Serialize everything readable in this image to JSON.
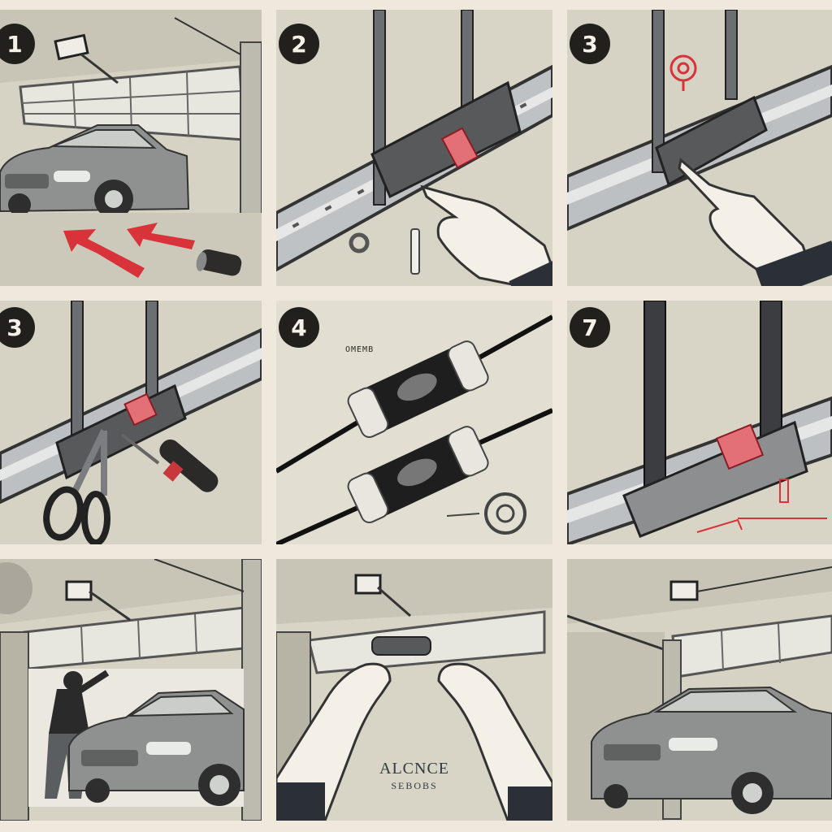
{
  "steps": [
    {
      "number": "1"
    },
    {
      "number": "2"
    },
    {
      "number": "3"
    },
    {
      "number": "3"
    },
    {
      "number": "4",
      "label": "OMEMB"
    },
    {
      "number": "7"
    },
    {},
    {
      "caption_main": "ALCNCE",
      "caption_sub": "SEBOBS"
    },
    {}
  ],
  "colors": {
    "background": "#eee9dc",
    "panel": "#d9d5c7",
    "ink": "#22201d",
    "accent_red": "#d8323a",
    "rail": "#b9bcc0",
    "car": "#8a8d8c"
  },
  "icons": [
    "arrow-icon",
    "hand-icon",
    "pliers-icon",
    "screwdriver-icon",
    "sensor-icon",
    "car-icon",
    "garage-door-icon",
    "opener-icon"
  ]
}
